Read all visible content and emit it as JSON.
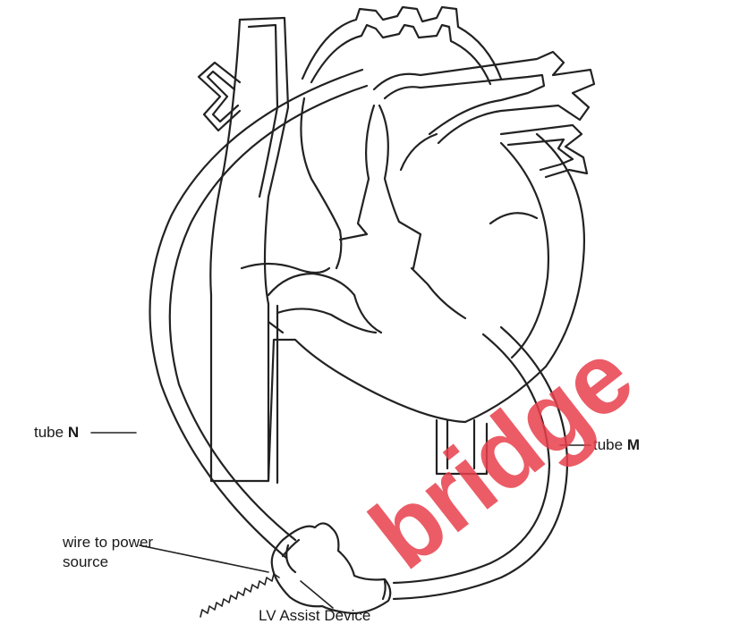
{
  "labels": {
    "tube_n_prefix": "tube ",
    "tube_n_letter": "N",
    "tube_m_prefix": "tube ",
    "tube_m_letter": "M",
    "wire_line1": "wire to power",
    "wire_line2": "source",
    "device": "LV Assist Device"
  },
  "watermark": {
    "text": "bridge",
    "color": "#e8404d"
  }
}
